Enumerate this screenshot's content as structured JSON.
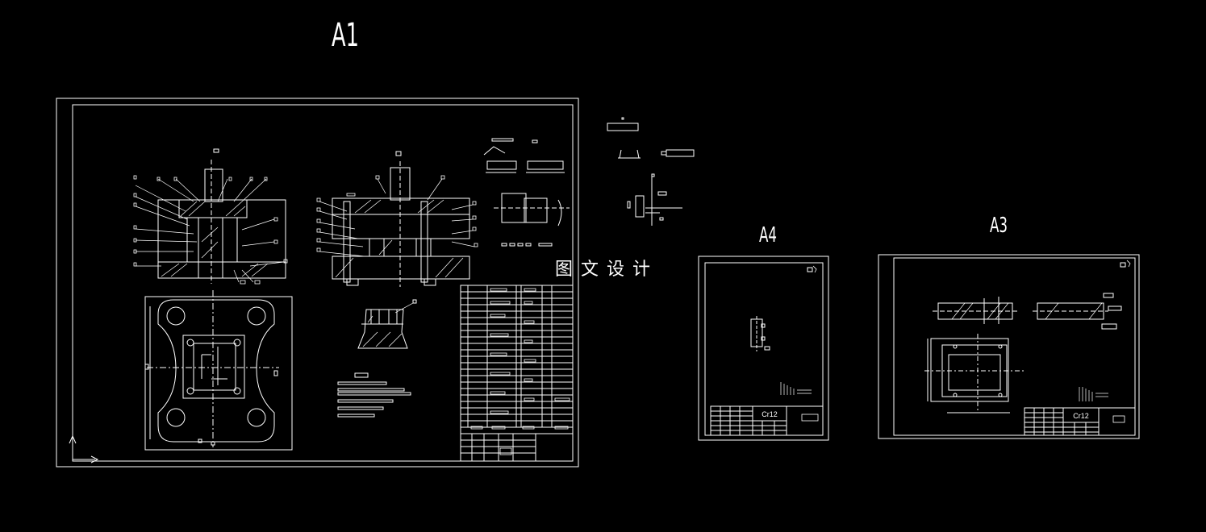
{
  "sheets": {
    "a1": {
      "label": "A1"
    },
    "a4": {
      "label": "A4",
      "material": "Cr12"
    },
    "a3": {
      "label": "A3",
      "material": "Cr12"
    }
  },
  "watermark": "图文设计",
  "colors": {
    "background": "#000000",
    "line": "#ffffff"
  }
}
